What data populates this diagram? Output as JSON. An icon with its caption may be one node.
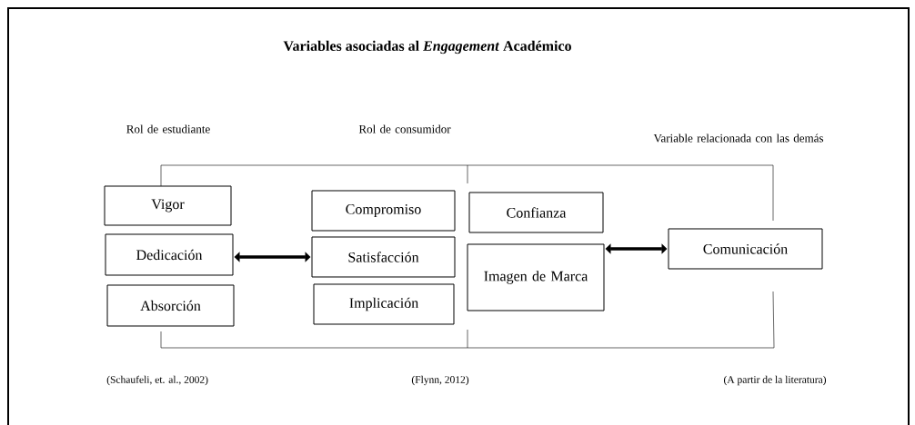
{
  "diagram": {
    "title": "Variables asociadas al *Engagement* Académico",
    "nodes": [
      {
        "text": [
          "Vigor"
        ]
      },
      {
        "text": [
          "Dedicación"
        ]
      },
      {
        "text": [
          "Absorción"
        ]
      },
      {
        "text": [
          "Compromiso"
        ]
      },
      {
        "text": [
          "Satisfacción"
        ]
      },
      {
        "text": [
          "Implicación"
        ]
      },
      {
        "text": [
          "Confianza"
        ]
      },
      {
        "text": [
          "Imagen de Marca"
        ]
      },
      {
        "text": [
          "Comunicación"
        ]
      }
    ],
    "edges": [
      {
        "from": 1,
        "to": 4,
        "arrow": "both"
      },
      {
        "from": 7,
        "to": 8,
        "arrow": "both"
      }
    ],
    "labels": [
      "Rol de estudiante",
      "Rol de consumidor",
      "Variable relacionada con las demás",
      "(Schaufeli, et. al., 2002)",
      "(Flynn, 2012)",
      "(A partir de la literatura)"
    ]
  }
}
